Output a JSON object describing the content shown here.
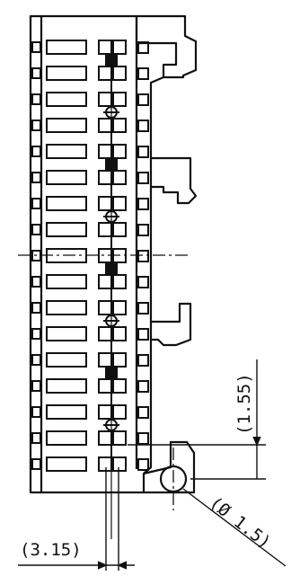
{
  "drawing": {
    "dimensions": {
      "pitch_label": "(1.55)",
      "offset_label": "(3.15)",
      "hole_label": "(Ø 1.5)"
    },
    "contact_rows": 17,
    "line_color": "#111111",
    "background": "#ffffff"
  }
}
